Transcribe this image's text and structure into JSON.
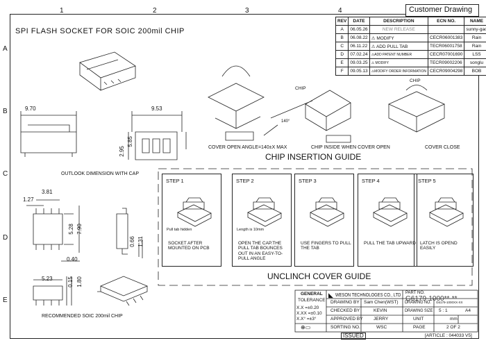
{
  "title": "SPI FLASH SOCKET FOR SOIC 200mil CHIP",
  "customer_drawing": "Customer Drawing",
  "grid": {
    "columns": [
      "1",
      "2",
      "3",
      "4"
    ],
    "rows": [
      "A",
      "B",
      "C",
      "D",
      "E"
    ]
  },
  "revision_table": {
    "headers": [
      "REV",
      "DATE",
      "DESCRIPTION",
      "ECN NO.",
      "NAME"
    ],
    "rows": [
      [
        "A",
        "06.05.26",
        "NEW RELEASE",
        "",
        "sunny-gao"
      ],
      [
        "B",
        "06.08.22",
        "⚠ MODIFY",
        "CECR06001383",
        "Rain"
      ],
      [
        "C",
        "06.11.22",
        "⚠ ADD PULL TAB",
        "TECR06001758",
        "Rain"
      ],
      [
        "D",
        "07.02.24",
        "⚠ADD PATENT NUMBER",
        "CECR07001690",
        "LSS"
      ],
      [
        "E",
        "09.03.25",
        "⚠ MODIFY",
        "TECR09002206",
        "songlu"
      ],
      [
        "F",
        "09.05.13",
        "⚠MODIFY ORDER INFORMATION",
        "CECR09004298",
        "BOB"
      ]
    ]
  },
  "dimensions": {
    "top_width": "9.70",
    "side_width": "9.53",
    "height1": "5.85",
    "height2": "2.95",
    "outlook_label": "OUTLOOK DIMENSION WITH CAP",
    "chip": {
      "pitch": "1.27",
      "span": "3.81",
      "body": "5.28",
      "overall": "7.90",
      "lead": "0.40",
      "h1": "0.66",
      "h2": "1.31",
      "len": "5.23",
      "t1": "0.15",
      "t2": "1.80",
      "label": "RECOMMENDED SOIC 200mil CHIP"
    }
  },
  "insertion_guide": {
    "title": "CHIP INSERTION GUIDE",
    "chip_label": "CHIP",
    "captions": [
      "COVER OPEN ANGLE=140±X MAX",
      "CHIP INSIDE WHEN COVER OPEN",
      "COVER CLOSE"
    ],
    "angle_label": "140°"
  },
  "unclinch_guide": {
    "title": "UNCLINCH COVER GUIDE",
    "steps": [
      {
        "label": "STEP 1",
        "note": "Pull tab hidden",
        "desc": "SOCKET AFTER MOUNTED ON PCB"
      },
      {
        "label": "STEP 2",
        "note": "Length is 10mm",
        "desc": "OPEN THE CAP.THE PULL TAB BOUNCES OUT IN AN EASY-TO-PULL ANGLE"
      },
      {
        "label": "STEP 3",
        "note": "",
        "desc": "USE FINGERS TO PULL THE TAB"
      },
      {
        "label": "STEP 4",
        "note": "",
        "desc": "PULL THE TAB UPWARD"
      },
      {
        "label": "STEP 5",
        "note": "",
        "desc": "LATCH IS OPEND EASILY"
      }
    ]
  },
  "title_block": {
    "general": "GENERAL",
    "tolerance": "TOLERANCE",
    "tol": [
      "X.X   =±0.20",
      "X.XX  =±0.10",
      "X.X°  =±3°"
    ],
    "company": "WESON TECHNOLOGES CO., LTD",
    "logo": "WESON",
    "part_no_label": "PART NO.",
    "part_no": "G6179-1000**-**",
    "drawing_by_label": "DRAWING BY",
    "drawing_by": "Sam Chen(WST)",
    "checked_by_label": "CHECKED BY",
    "checked_by": "KEVIN",
    "approved_by_label": "APPROVED BY",
    "approved_by": "JERRY",
    "sorting_no_label": "SORTING NO.",
    "sorting_no": "WSC",
    "drawing_no_label": "DRAWING NO.",
    "drawing_no": "G6179-1000XX-XX",
    "drawing_size_label": "DRAWING SIZE",
    "scale": "5 : 1",
    "size": "A4",
    "unit_label": "UNIT",
    "unit": "mm",
    "page_label": "PAGE",
    "page": "2 OF 2",
    "issued": "ISSUED",
    "article": "[ARTICLE : 044033 V5]"
  }
}
